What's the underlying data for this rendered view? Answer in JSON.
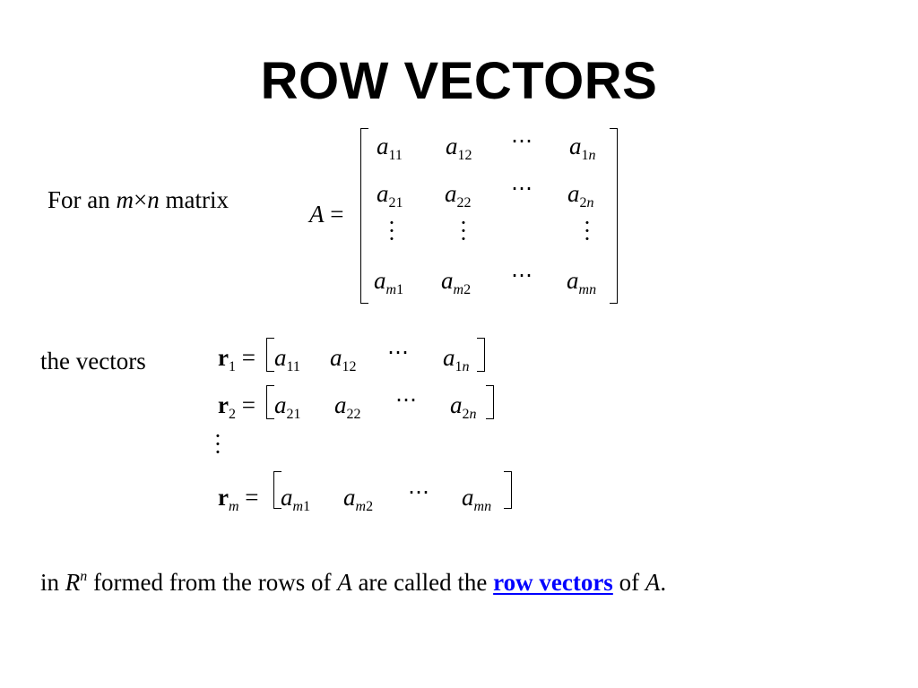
{
  "slide": {
    "title": "ROW VECTORS",
    "intro": {
      "prefix": "For an ",
      "m": "m",
      "times": "×",
      "n": "n",
      "suffix": " matrix"
    },
    "matrix": {
      "name": "A",
      "equals": "=",
      "rows": [
        [
          {
            "base": "a",
            "sub1": "1",
            "sub2": "1"
          },
          {
            "base": "a",
            "sub1": "1",
            "sub2": "2"
          },
          "⋯",
          {
            "base": "a",
            "sub1": "1",
            "sub2": "n"
          }
        ],
        [
          {
            "base": "a",
            "sub1": "2",
            "sub2": "1"
          },
          {
            "base": "a",
            "sub1": "2",
            "sub2": "2"
          },
          "⋯",
          {
            "base": "a",
            "sub1": "2",
            "sub2": "n"
          }
        ],
        [
          {
            "base": "a",
            "sub1": "m",
            "sub2": "1"
          },
          {
            "base": "a",
            "sub1": "m",
            "sub2": "2"
          },
          "⋯",
          {
            "base": "a",
            "sub1": "m",
            "sub2": "n"
          }
        ]
      ],
      "hdots": "⋯"
    },
    "vectors_label": "the vectors",
    "row_vectors": [
      {
        "name": "r",
        "sub": "1",
        "entries": [
          "11",
          "12",
          "1n"
        ]
      },
      {
        "name": "r",
        "sub": "2",
        "entries": [
          "21",
          "22",
          "2n"
        ]
      },
      {
        "name": "r",
        "sub": "m",
        "entries": [
          "m1",
          "m2",
          "mn"
        ]
      }
    ],
    "conclusion": {
      "p1": "in ",
      "R": "R",
      "n": "n",
      "p2": " formed from the rows of ",
      "A": "A",
      "p3": " are called the ",
      "term": "row vectors",
      "p4": " of ",
      "A2": "A",
      "p5": "."
    }
  }
}
